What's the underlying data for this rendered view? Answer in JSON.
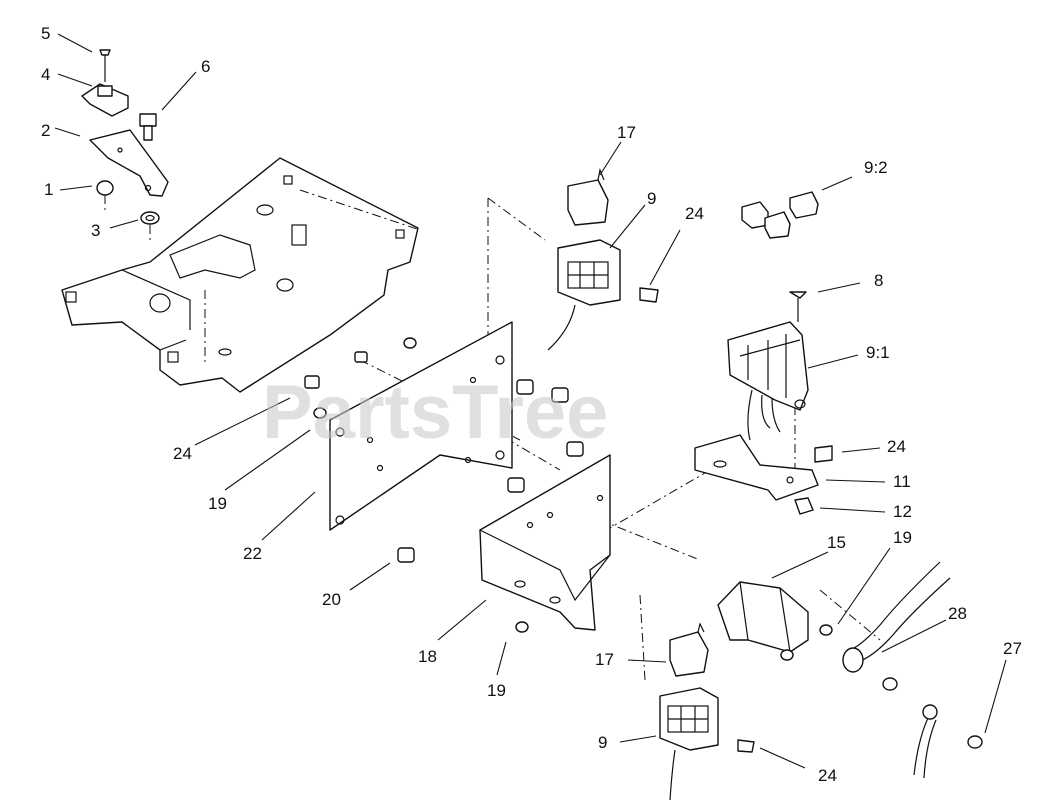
{
  "watermark": "PartsTree",
  "callouts": [
    {
      "id": "c5",
      "text": "5"
    },
    {
      "id": "c4",
      "text": "4"
    },
    {
      "id": "c6",
      "text": "6"
    },
    {
      "id": "c2",
      "text": "2"
    },
    {
      "id": "c1",
      "text": "1"
    },
    {
      "id": "c3",
      "text": "3"
    },
    {
      "id": "c17a",
      "text": "17"
    },
    {
      "id": "c9a",
      "text": "9"
    },
    {
      "id": "c24a",
      "text": "24"
    },
    {
      "id": "c92",
      "text": "9:2"
    },
    {
      "id": "c8",
      "text": "8"
    },
    {
      "id": "c91",
      "text": "9:1"
    },
    {
      "id": "c24b",
      "text": "24"
    },
    {
      "id": "c11",
      "text": "11"
    },
    {
      "id": "c12",
      "text": "12"
    },
    {
      "id": "c24c",
      "text": "24"
    },
    {
      "id": "c19a",
      "text": "19"
    },
    {
      "id": "c22",
      "text": "22"
    },
    {
      "id": "c20",
      "text": "20"
    },
    {
      "id": "c15",
      "text": "15"
    },
    {
      "id": "c19b",
      "text": "19"
    },
    {
      "id": "c28",
      "text": "28"
    },
    {
      "id": "c27",
      "text": "27"
    },
    {
      "id": "c18",
      "text": "18"
    },
    {
      "id": "c19c",
      "text": "19"
    },
    {
      "id": "c17b",
      "text": "17"
    },
    {
      "id": "c9b",
      "text": "9"
    },
    {
      "id": "c24d",
      "text": "24"
    }
  ]
}
